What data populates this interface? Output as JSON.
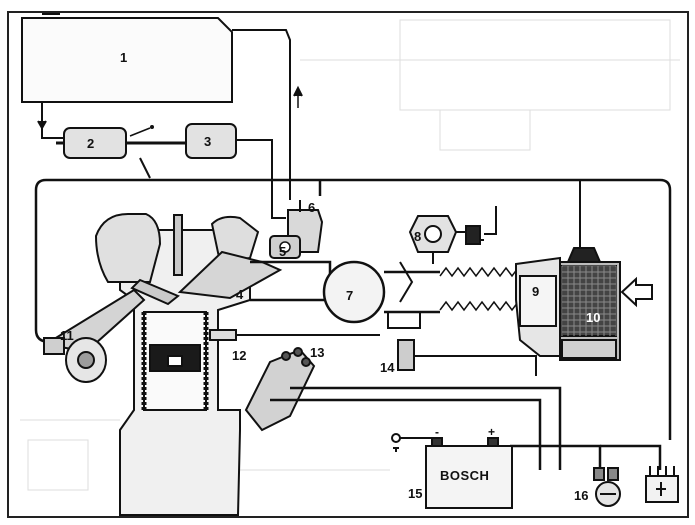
{
  "diagram": {
    "callouts": [
      "1",
      "2",
      "3",
      "4",
      "5",
      "6",
      "7",
      "8",
      "9",
      "10",
      "11",
      "12",
      "13",
      "14",
      "15",
      "16"
    ],
    "battery_brand": "BOSCH",
    "battery_minus": "-",
    "battery_plus": "+"
  }
}
